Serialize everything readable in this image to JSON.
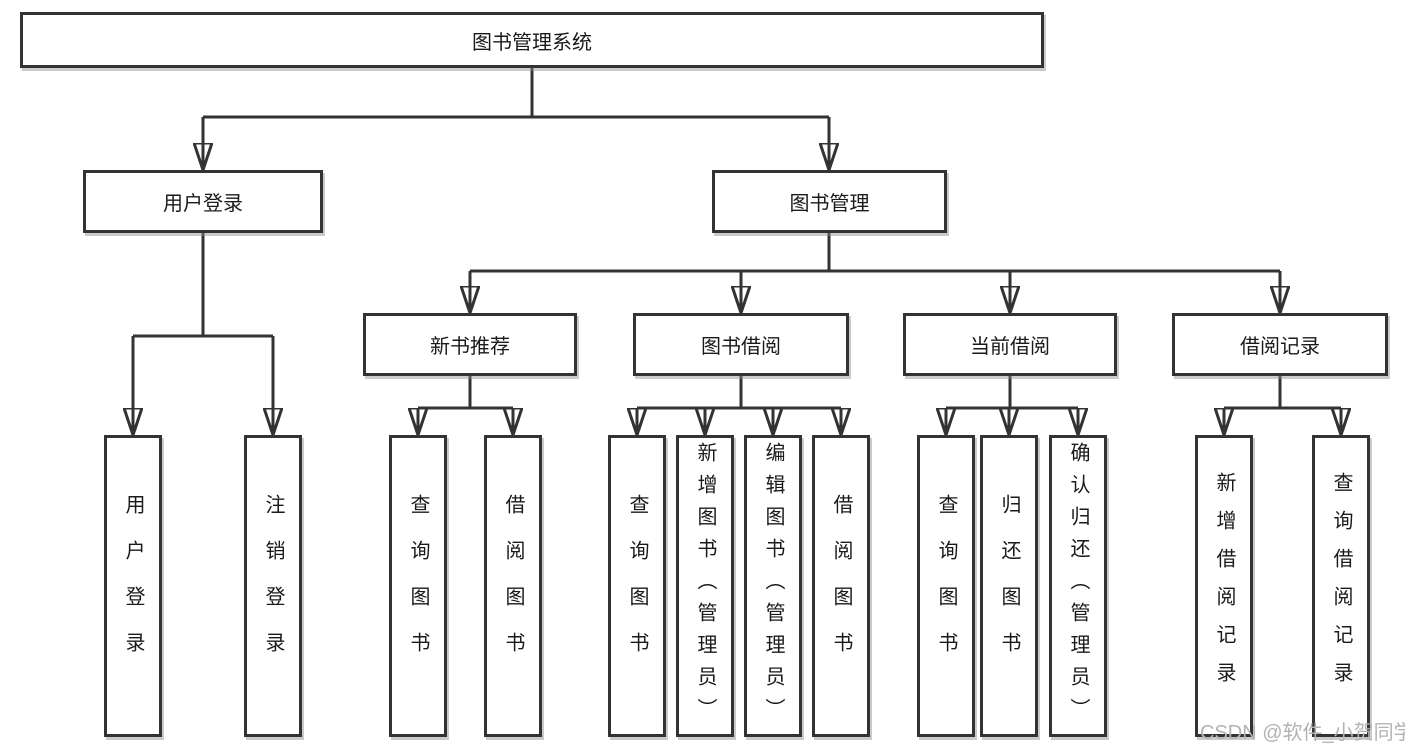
{
  "tree": {
    "root": "图书管理系统",
    "level2": [
      {
        "label": "用户登录",
        "children": [
          {
            "label": "用户登录"
          },
          {
            "label": "注销登录"
          }
        ]
      },
      {
        "label": "图书管理",
        "children": [
          {
            "label": "新书推荐",
            "children": [
              {
                "label": "查询图书"
              },
              {
                "label": "借阅图书"
              }
            ]
          },
          {
            "label": "图书借阅",
            "children": [
              {
                "label": "查询图书"
              },
              {
                "label": "新增图书（管理员）"
              },
              {
                "label": "编辑图书（管理员）"
              },
              {
                "label": "借阅图书"
              }
            ]
          },
          {
            "label": "当前借阅",
            "children": [
              {
                "label": "查询图书"
              },
              {
                "label": "归还图书"
              },
              {
                "label": "确认归还（管理员）"
              }
            ]
          },
          {
            "label": "借阅记录",
            "children": [
              {
                "label": "新增借阅记录"
              },
              {
                "label": "查询借阅记录"
              }
            ]
          }
        ]
      }
    ]
  },
  "watermark": "CSDN @软件_小贺同学",
  "colors": {
    "line": "#333333",
    "text": "#1a1a1a",
    "box_background": "#ffffff",
    "watermark": "#b3b3b3",
    "page_background": "#ffffff"
  }
}
